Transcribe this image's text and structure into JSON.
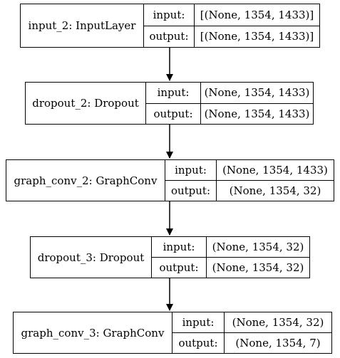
{
  "nodes": [
    {
      "name": "input_2: InputLayer",
      "input_label": "input:",
      "output_label": "output:",
      "input_shape": "[(None, 1354, 1433)]",
      "output_shape": "[(None, 1354, 1433)]"
    },
    {
      "name": "dropout_2: Dropout",
      "input_label": "input:",
      "output_label": "output:",
      "input_shape": "(None, 1354, 1433)",
      "output_shape": "(None, 1354, 1433)"
    },
    {
      "name": "graph_conv_2: GraphConv",
      "input_label": "input:",
      "output_label": "output:",
      "input_shape": "(None, 1354, 1433)",
      "output_shape": "(None, 1354, 32)"
    },
    {
      "name": "dropout_3: Dropout",
      "input_label": "input:",
      "output_label": "output:",
      "input_shape": "(None, 1354, 32)",
      "output_shape": "(None, 1354, 32)"
    },
    {
      "name": "graph_conv_3: GraphConv",
      "input_label": "input:",
      "output_label": "output:",
      "input_shape": "(None, 1354, 32)",
      "output_shape": "(None, 1354, 7)"
    }
  ]
}
